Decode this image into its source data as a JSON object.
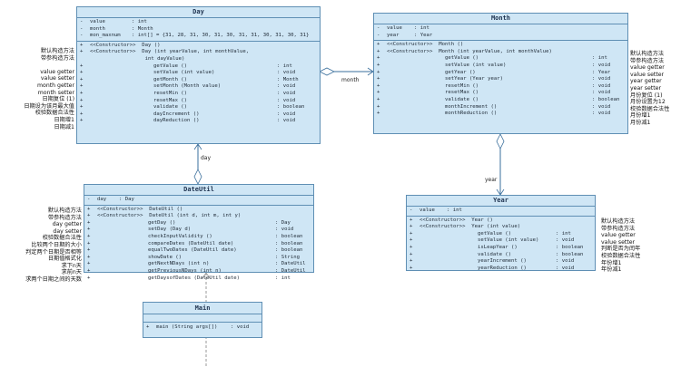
{
  "classes": {
    "day": {
      "title": "Day",
      "attributes": [
        {
          "vis": "-",
          "name": "value",
          "type": ": int"
        },
        {
          "vis": "-",
          "name": "month",
          "type": ": Month"
        },
        {
          "vis": "-",
          "name": "mon_maxnum",
          "type": ": int[]  = {31, 28, 31, 30, 31, 30, 31, 31, 30, 31, 30, 31}"
        }
      ],
      "operations": [
        {
          "vis": "+",
          "sig": "<<Constructor>>  Day ()",
          "ret": ""
        },
        {
          "vis": "+",
          "sig": "<<Constructor>>  Day (int yearValue, int monthValue,",
          "ret": ""
        },
        {
          "vis": "",
          "sig": "                  int dayValue)",
          "ret": ""
        },
        {
          "vis": "+",
          "sig": "getValue ()",
          "ret": ": int"
        },
        {
          "vis": "+",
          "sig": "setValue (int value)",
          "ret": ": void"
        },
        {
          "vis": "+",
          "sig": "getMonth ()",
          "ret": ": Month"
        },
        {
          "vis": "+",
          "sig": "setMonth (Month value)",
          "ret": ": void"
        },
        {
          "vis": "+",
          "sig": "resetMin ()",
          "ret": ": void"
        },
        {
          "vis": "+",
          "sig": "resetMax ()",
          "ret": ": void"
        },
        {
          "vis": "+",
          "sig": "validate ()",
          "ret": ": boolean"
        },
        {
          "vis": "+",
          "sig": "dayIncrement ()",
          "ret": ": void"
        },
        {
          "vis": "+",
          "sig": "dayReduction ()",
          "ret": ": void"
        }
      ]
    },
    "month": {
      "title": "Month",
      "attributes": [
        {
          "vis": "-",
          "name": "value",
          "type": ": int"
        },
        {
          "vis": "-",
          "name": "year",
          "type": ": Year"
        }
      ],
      "operations": [
        {
          "vis": "+",
          "sig": "<<Constructor>>  Month ()",
          "ret": ""
        },
        {
          "vis": "+",
          "sig": "<<Constructor>>  Month (int yearValue, int monthValue)",
          "ret": ""
        },
        {
          "vis": "+",
          "sig": "getValue ()",
          "ret": ": int"
        },
        {
          "vis": "+",
          "sig": "setValue (int value)",
          "ret": ": void"
        },
        {
          "vis": "+",
          "sig": "getYear ()",
          "ret": ": Year"
        },
        {
          "vis": "+",
          "sig": "setYear (Year year)",
          "ret": ": void"
        },
        {
          "vis": "+",
          "sig": "resetMin ()",
          "ret": ": void"
        },
        {
          "vis": "+",
          "sig": "resetMax ()",
          "ret": ": void"
        },
        {
          "vis": "+",
          "sig": "validate ()",
          "ret": ": boolean"
        },
        {
          "vis": "+",
          "sig": "monthIncrement ()",
          "ret": ": void"
        },
        {
          "vis": "+",
          "sig": "monthReduction ()",
          "ret": ": void"
        }
      ]
    },
    "dateutil": {
      "title": "DateUtil",
      "attributes": [
        {
          "vis": "-",
          "name": "day",
          "type": ": Day"
        }
      ],
      "operations": [
        {
          "vis": "+",
          "sig": "<<Constructor>>  DateUtil ()",
          "ret": ""
        },
        {
          "vis": "+",
          "sig": "<<Constructor>>  DateUtil (int d, int m, int y)",
          "ret": ""
        },
        {
          "vis": "+",
          "sig": "getDay ()",
          "ret": ": Day"
        },
        {
          "vis": "+",
          "sig": "setDay (Day d)",
          "ret": ": void"
        },
        {
          "vis": "+",
          "sig": "checkInputValidity ()",
          "ret": ": boolean"
        },
        {
          "vis": "+",
          "sig": "compareDates (DateUtil date)",
          "ret": ": boolean"
        },
        {
          "vis": "+",
          "sig": "equalTwoDates (DateUtil date)",
          "ret": ": boolean"
        },
        {
          "vis": "+",
          "sig": "showDate ()",
          "ret": ": String"
        },
        {
          "vis": "+",
          "sig": "getNextNDays (int n)",
          "ret": ": DateUtil"
        },
        {
          "vis": "+",
          "sig": "getPreviousNDays (int n)",
          "ret": ": DateUtil"
        },
        {
          "vis": "+",
          "sig": "getDaysofDates (DateUtil date)",
          "ret": ": int"
        }
      ]
    },
    "year": {
      "title": "Year",
      "attributes": [
        {
          "vis": "-",
          "name": "value",
          "type": ": int"
        }
      ],
      "operations": [
        {
          "vis": "+",
          "sig": "<<Constructor>>  Year ()",
          "ret": ""
        },
        {
          "vis": "+",
          "sig": "<<Constructor>>  Year (int value)",
          "ret": ""
        },
        {
          "vis": "+",
          "sig": "getValue ()",
          "ret": ": int"
        },
        {
          "vis": "+",
          "sig": "setValue (int value)",
          "ret": ": void"
        },
        {
          "vis": "+",
          "sig": "isLeapYear ()",
          "ret": ": boolean"
        },
        {
          "vis": "+",
          "sig": "validate ()",
          "ret": ": boolean"
        },
        {
          "vis": "+",
          "sig": "yearIncrement ()",
          "ret": ": void"
        },
        {
          "vis": "+",
          "sig": "yearReduction ()",
          "ret": ": void"
        }
      ]
    },
    "main": {
      "title": "Main",
      "attributes": [],
      "operations": [
        {
          "vis": "+",
          "sig": "main (String args[])",
          "ret": ": void"
        }
      ]
    }
  },
  "associations": {
    "day_month": "month",
    "dateutil_day": "day",
    "month_year": "year"
  },
  "notes": {
    "day": [
      "默认构造方法",
      "带参构造方法",
      "",
      "value getter",
      "value setter",
      "month getter",
      "month setter",
      "日期复位 (1)",
      "日期设为该月最大值",
      "校验数据合法性",
      "日期增1",
      "日期减1"
    ],
    "month": [
      "默认构造方法",
      "带参构造方法",
      "value getter",
      "value setter",
      "year getter",
      "year setter",
      "月份复位 (1)",
      "月份设置为12",
      "校验数据合法性",
      "月份增1",
      "月份减1"
    ],
    "dateutil": [
      "默认构造方法",
      "带参构造方法",
      "day getter",
      "day setter",
      "校验数据合法性",
      "比较两个日期的大小",
      "判定两个日期是否相等",
      "日期值格式化",
      "求下n天",
      "求前n天",
      "求两个日期之间的天数"
    ],
    "year": [
      "默认构造方法",
      "带参构造方法",
      "value getter",
      "value setter",
      "判断是否为闰年",
      "校验数据合法性",
      "年份增1",
      "年份减1"
    ]
  }
}
